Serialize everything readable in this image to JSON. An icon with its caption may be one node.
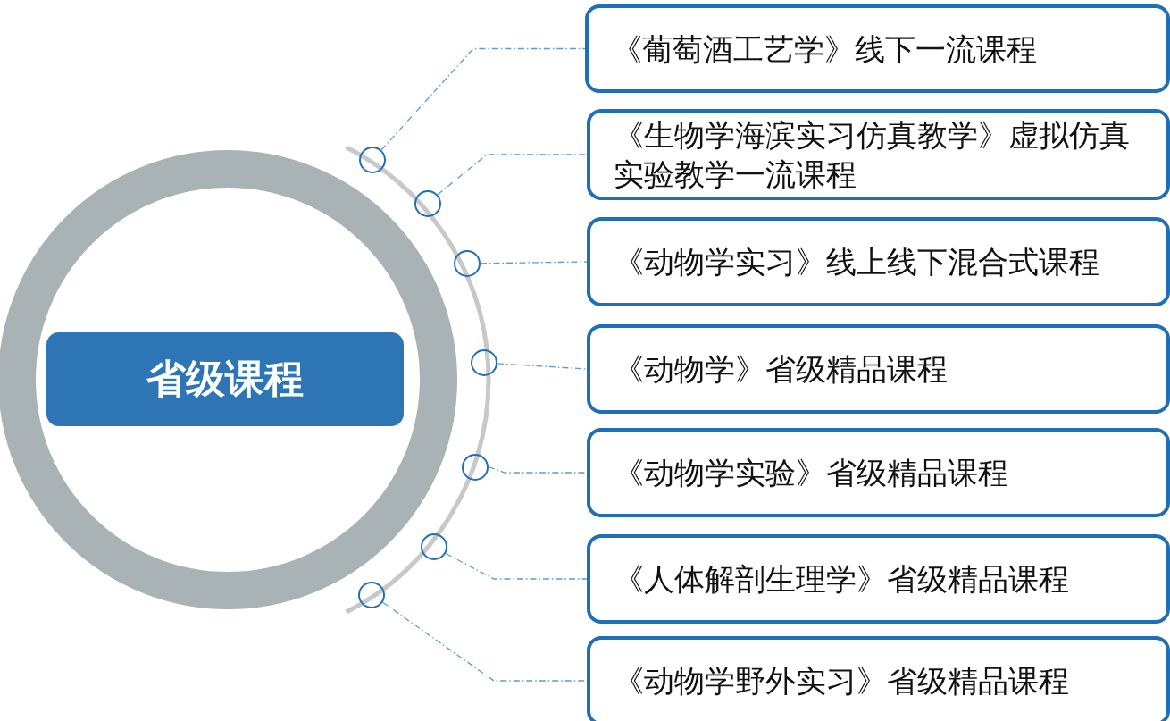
{
  "diagram": {
    "nodes": [
      {
        "text": [
          "省级课程"
        ]
      },
      {
        "text": [
          "《葡萄酒工艺学》线下一流课程"
        ]
      },
      {
        "text": [
          "《生物学海滨实习仿真教学》虚拟仿真实验教学一流课程"
        ]
      },
      {
        "text": [
          "《动物学实习》线上线下混合式课程"
        ]
      },
      {
        "text": [
          "《动物学》省级精品课程"
        ]
      },
      {
        "text": [
          "《动物学实验》省级精品课程"
        ]
      },
      {
        "text": [
          "《人体解剖生理学》省级精品课程"
        ]
      },
      {
        "text": [
          "《动物学野外实习》省级精品课程"
        ]
      },
      {
        "text": [],
        "shape": "circle"
      },
      {
        "text": [],
        "shape": "circle"
      },
      {
        "text": [],
        "shape": "circle"
      },
      {
        "text": [],
        "shape": "circle"
      },
      {
        "text": [],
        "shape": "circle"
      },
      {
        "text": [],
        "shape": "circle"
      },
      {
        "text": [],
        "shape": "circle"
      }
    ],
    "edges": [
      {
        "from": 8,
        "to": 1,
        "arrow": "none",
        "style": "dashed"
      },
      {
        "from": 9,
        "to": 2,
        "arrow": "none",
        "style": "dashed"
      },
      {
        "from": 10,
        "to": 3,
        "arrow": "none",
        "style": "dashed"
      },
      {
        "from": 11,
        "to": 4,
        "arrow": "none",
        "style": "dashed"
      },
      {
        "from": 12,
        "to": 5,
        "arrow": "none",
        "style": "dashed"
      },
      {
        "from": 13,
        "to": 6,
        "arrow": "none",
        "style": "dashed"
      },
      {
        "from": 14,
        "to": 7,
        "arrow": "none",
        "style": "dashed"
      }
    ]
  }
}
